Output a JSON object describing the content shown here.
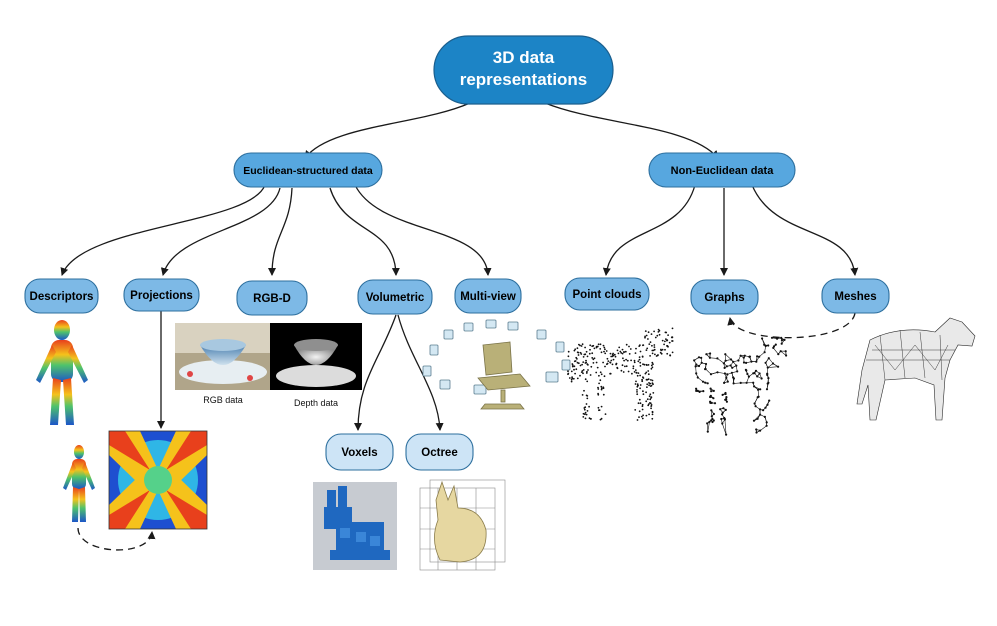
{
  "root": {
    "line1": "3D data",
    "line2": "representations"
  },
  "categories": {
    "euclidean": "Euclidean-structured data",
    "non_euclidean": "Non-Euclidean data"
  },
  "nodes": {
    "descriptors": "Descriptors",
    "projections": "Projections",
    "rgbd": "RGB-D",
    "volumetric": "Volumetric",
    "multiview": "Multi-view",
    "point_clouds": "Point clouds",
    "graphs": "Graphs",
    "meshes": "Meshes",
    "voxels": "Voxels",
    "octree": "Octree"
  },
  "captions": {
    "rgb": "RGB data",
    "depth": "Depth data"
  },
  "colors": {
    "root_fill": "#1c84c6",
    "category_fill": "#57a7df",
    "leaf_fill": "#7db9e6",
    "sub_fill": "#cde4f6",
    "edge": "#1a1a1a"
  }
}
